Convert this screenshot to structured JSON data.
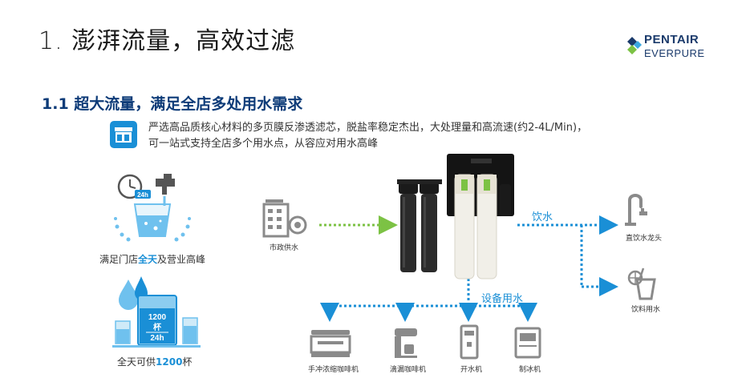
{
  "page": {
    "title": "1. 澎湃流量，高效过滤",
    "brand_line1": "PENTAIR",
    "brand_line2": "EVERPURE",
    "subtitle": "1.1 超大流量，满足全店多处用水需求",
    "desc_line1": "严选高品质核心材料的多页膜反渗透滤芯，脱盐率稳定杰出，大处理量和高流速(约2-4L/Min)，",
    "desc_line2": "可一站式支持全店多个用水点，从容应对用水高峰"
  },
  "left_panel": {
    "feature1_pre": "满足门店",
    "feature1_hl": "全天",
    "feature1_post": "及营业高峰",
    "feature2_pre": "全天可供",
    "feature2_hl": "1200",
    "feature2_post": "杯",
    "clock_badge": "24h",
    "cup_top": "1200",
    "cup_mid": "杯",
    "cup_bottom": "24h"
  },
  "diagram": {
    "source_label": "市政供水",
    "drinking_label": "饮水",
    "equipment_label": "设备用水",
    "tap_label": "直饮水龙头",
    "beverage_label": "饮料用水",
    "machine1": "手冲浓缩咖啡机",
    "machine2": "滴漏咖啡机",
    "machine3": "开水机",
    "machine4": "制冰机"
  },
  "colors": {
    "accent_blue": "#1a8fd6",
    "title_navy": "#0d3b78",
    "arrow_green": "#7cc244",
    "icon_gray": "#8a8a8a",
    "icon_lightblue": "#6fc1ee"
  }
}
